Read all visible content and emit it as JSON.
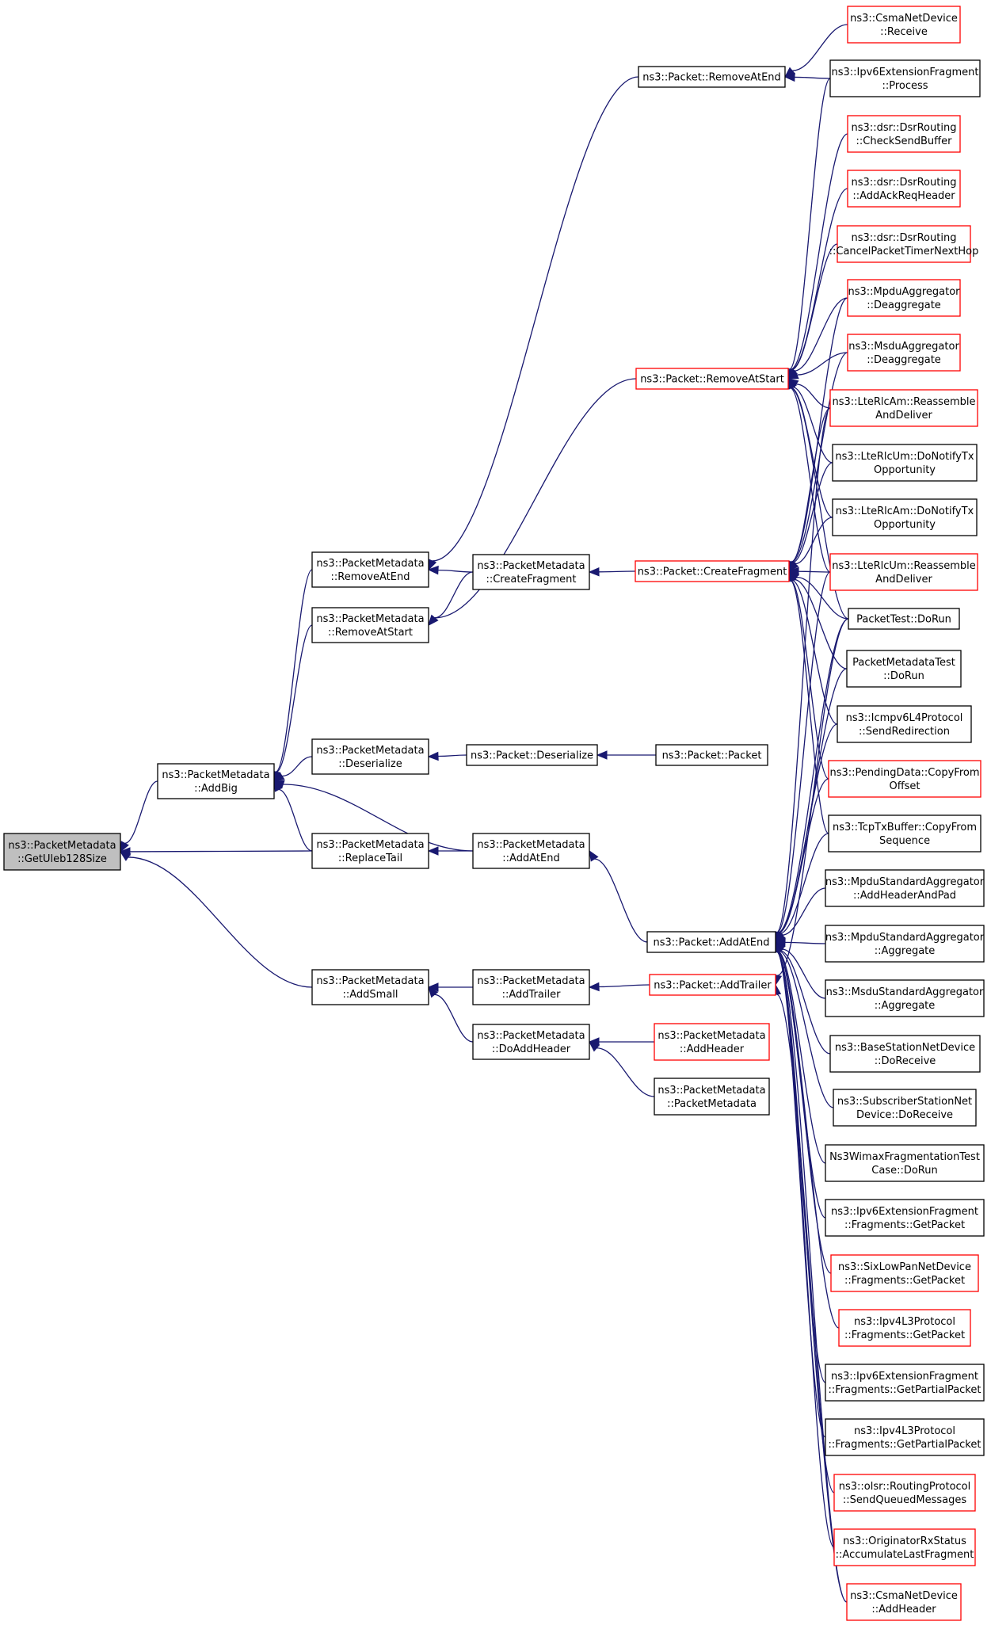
{
  "nodes": [
    {
      "id": "getuleb",
      "lines": [
        "ns3::PacketMetadata",
        "::GetUleb128Size"
      ],
      "style": "focus"
    },
    {
      "id": "addbig",
      "lines": [
        "ns3::PacketMetadata",
        "::AddBig"
      ],
      "style": "black"
    },
    {
      "id": "addsmall",
      "lines": [
        "ns3::PacketMetadata",
        "::AddSmall"
      ],
      "style": "black"
    },
    {
      "id": "replacetail",
      "lines": [
        "ns3::PacketMetadata",
        "::ReplaceTail"
      ],
      "style": "black"
    },
    {
      "id": "pm_removeatend",
      "lines": [
        "ns3::PacketMetadata",
        "::RemoveAtEnd"
      ],
      "style": "black"
    },
    {
      "id": "pm_removeatstart",
      "lines": [
        "ns3::PacketMetadata",
        "::RemoveAtStart"
      ],
      "style": "black"
    },
    {
      "id": "pm_deserialize",
      "lines": [
        "ns3::PacketMetadata",
        "::Deserialize"
      ],
      "style": "black"
    },
    {
      "id": "pm_createfragment",
      "lines": [
        "ns3::PacketMetadata",
        "::CreateFragment"
      ],
      "style": "black"
    },
    {
      "id": "pm_addatend",
      "lines": [
        "ns3::PacketMetadata",
        "::AddAtEnd"
      ],
      "style": "black"
    },
    {
      "id": "pm_addtrailer",
      "lines": [
        "ns3::PacketMetadata",
        "::AddTrailer"
      ],
      "style": "black"
    },
    {
      "id": "pm_doaddheader",
      "lines": [
        "ns3::PacketMetadata",
        "::DoAddHeader"
      ],
      "style": "black"
    },
    {
      "id": "p_removeatend",
      "lines": [
        "ns3::Packet::RemoveAtEnd"
      ],
      "style": "black"
    },
    {
      "id": "p_removeatstart",
      "lines": [
        "ns3::Packet::RemoveAtStart"
      ],
      "style": "red"
    },
    {
      "id": "p_createfragment",
      "lines": [
        "ns3::Packet::CreateFragment"
      ],
      "style": "red"
    },
    {
      "id": "p_deserialize",
      "lines": [
        "ns3::Packet::Deserialize"
      ],
      "style": "black"
    },
    {
      "id": "p_addatend",
      "lines": [
        "ns3::Packet::AddAtEnd"
      ],
      "style": "black"
    },
    {
      "id": "p_addtrailer",
      "lines": [
        "ns3::Packet::AddTrailer"
      ],
      "style": "red"
    },
    {
      "id": "pm_addheader",
      "lines": [
        "ns3::PacketMetadata",
        "::AddHeader"
      ],
      "style": "red"
    },
    {
      "id": "pm_packetmetadata",
      "lines": [
        "ns3::PacketMetadata",
        "::PacketMetadata"
      ],
      "style": "black"
    },
    {
      "id": "p_packet",
      "lines": [
        "ns3::Packet::Packet"
      ],
      "style": "black"
    },
    {
      "id": "csma_receive",
      "lines": [
        "ns3::CsmaNetDevice",
        "::Receive"
      ],
      "style": "red"
    },
    {
      "id": "ipv6frag_process",
      "lines": [
        "ns3::Ipv6ExtensionFragment",
        "::Process"
      ],
      "style": "black"
    },
    {
      "id": "dsr_checksend",
      "lines": [
        "ns3::dsr::DsrRouting",
        "::CheckSendBuffer"
      ],
      "style": "red"
    },
    {
      "id": "dsr_addack",
      "lines": [
        "ns3::dsr::DsrRouting",
        "::AddAckReqHeader"
      ],
      "style": "red"
    },
    {
      "id": "dsr_cancel",
      "lines": [
        "ns3::dsr::DsrRouting",
        "::CancelPacketTimerNextHop"
      ],
      "style": "red"
    },
    {
      "id": "mpdu_deagg",
      "lines": [
        "ns3::MpduAggregator",
        "::Deaggregate"
      ],
      "style": "red"
    },
    {
      "id": "msdu_deagg",
      "lines": [
        "ns3::MsduAggregator",
        "::Deaggregate"
      ],
      "style": "red"
    },
    {
      "id": "lterlcam_reassemble",
      "lines": [
        "ns3::LteRlcAm::Reassemble",
        "AndDeliver"
      ],
      "style": "red"
    },
    {
      "id": "lterlcum_notify",
      "lines": [
        "ns3::LteRlcUm::DoNotifyTx",
        "Opportunity"
      ],
      "style": "black"
    },
    {
      "id": "lterlcam_notify",
      "lines": [
        "ns3::LteRlcAm::DoNotifyTx",
        "Opportunity"
      ],
      "style": "black"
    },
    {
      "id": "lterlcum_reassemble",
      "lines": [
        "ns3::LteRlcUm::Reassemble",
        "AndDeliver"
      ],
      "style": "red"
    },
    {
      "id": "packettest",
      "lines": [
        "PacketTest::DoRun"
      ],
      "style": "black"
    },
    {
      "id": "pmtest",
      "lines": [
        "PacketMetadataTest",
        "::DoRun"
      ],
      "style": "black"
    },
    {
      "id": "icmpv6",
      "lines": [
        "ns3::Icmpv6L4Protocol",
        "::SendRedirection"
      ],
      "style": "black"
    },
    {
      "id": "pendingdata",
      "lines": [
        "ns3::PendingData::CopyFrom",
        "Offset"
      ],
      "style": "red"
    },
    {
      "id": "tcptx",
      "lines": [
        "ns3::TcpTxBuffer::CopyFrom",
        "Sequence"
      ],
      "style": "black"
    },
    {
      "id": "mpdustd_addheader",
      "lines": [
        "ns3::MpduStandardAggregator",
        "::AddHeaderAndPad"
      ],
      "style": "black"
    },
    {
      "id": "mpdustd_agg",
      "lines": [
        "ns3::MpduStandardAggregator",
        "::Aggregate"
      ],
      "style": "black"
    },
    {
      "id": "msdustd_agg",
      "lines": [
        "ns3::MsduStandardAggregator",
        "::Aggregate"
      ],
      "style": "black"
    },
    {
      "id": "bsnd_receive",
      "lines": [
        "ns3::BaseStationNetDevice",
        "::DoReceive"
      ],
      "style": "black"
    },
    {
      "id": "ssnd_receive",
      "lines": [
        "ns3::SubscriberStationNet",
        "Device::DoReceive"
      ],
      "style": "black"
    },
    {
      "id": "wimaxfrag",
      "lines": [
        "Ns3WimaxFragmentationTest",
        "Case::DoRun"
      ],
      "style": "black"
    },
    {
      "id": "ipv6frag_getpacket",
      "lines": [
        "ns3::Ipv6ExtensionFragment",
        "::Fragments::GetPacket"
      ],
      "style": "black"
    },
    {
      "id": "sixlowpan",
      "lines": [
        "ns3::SixLowPanNetDevice",
        "::Fragments::GetPacket"
      ],
      "style": "red"
    },
    {
      "id": "ipv4l3_getpacket",
      "lines": [
        "ns3::Ipv4L3Protocol",
        "::Fragments::GetPacket"
      ],
      "style": "red"
    },
    {
      "id": "ipv6frag_partial",
      "lines": [
        "ns3::Ipv6ExtensionFragment",
        "::Fragments::GetPartialPacket"
      ],
      "style": "black"
    },
    {
      "id": "ipv4l3_partial",
      "lines": [
        "ns3::Ipv4L3Protocol",
        "::Fragments::GetPartialPacket"
      ],
      "style": "black"
    },
    {
      "id": "olsr",
      "lines": [
        "ns3::olsr::RoutingProtocol",
        "::SendQueuedMessages"
      ],
      "style": "red"
    },
    {
      "id": "originator",
      "lines": [
        "ns3::OriginatorRxStatus",
        "::AccumulateLastFragment"
      ],
      "style": "red"
    },
    {
      "id": "csma_addheader",
      "lines": [
        "ns3::CsmaNetDevice",
        "::AddHeader"
      ],
      "style": "red"
    }
  ],
  "edges": [
    {
      "from": "addbig",
      "to": "getuleb"
    },
    {
      "from": "replacetail",
      "to": "getuleb"
    },
    {
      "from": "addsmall",
      "to": "getuleb"
    },
    {
      "from": "pm_removeatend",
      "to": "addbig"
    },
    {
      "from": "pm_removeatstart",
      "to": "addbig"
    },
    {
      "from": "pm_deserialize",
      "to": "addbig"
    },
    {
      "from": "replacetail",
      "to": "addbig"
    },
    {
      "from": "pm_addatend",
      "to": "addbig"
    },
    {
      "from": "pm_addtrailer",
      "to": "addsmall"
    },
    {
      "from": "pm_doaddheader",
      "to": "addsmall"
    },
    {
      "from": "pm_addatend",
      "to": "replacetail"
    },
    {
      "from": "p_removeatend",
      "to": "pm_removeatend"
    },
    {
      "from": "pm_createfragment",
      "to": "pm_removeatend"
    },
    {
      "from": "pm_createfragment",
      "to": "pm_removeatstart"
    },
    {
      "from": "p_removeatstart",
      "to": "pm_removeatstart"
    },
    {
      "from": "p_deserialize",
      "to": "pm_deserialize"
    },
    {
      "from": "p_createfragment",
      "to": "pm_createfragment"
    },
    {
      "from": "p_addatend",
      "to": "pm_addatend"
    },
    {
      "from": "p_addtrailer",
      "to": "pm_addtrailer"
    },
    {
      "from": "pm_addheader",
      "to": "pm_doaddheader"
    },
    {
      "from": "pm_packetmetadata",
      "to": "pm_doaddheader"
    },
    {
      "from": "p_packet",
      "to": "p_deserialize"
    },
    {
      "from": "csma_receive",
      "to": "p_removeatend"
    },
    {
      "from": "ipv6frag_process",
      "to": "p_removeatend"
    },
    {
      "from": "ipv6frag_process",
      "to": "p_removeatstart"
    },
    {
      "from": "dsr_checksend",
      "to": "p_removeatstart"
    },
    {
      "from": "dsr_addack",
      "to": "p_removeatstart"
    },
    {
      "from": "dsr_cancel",
      "to": "p_removeatstart"
    },
    {
      "from": "mpdu_deagg",
      "to": "p_removeatstart"
    },
    {
      "from": "msdu_deagg",
      "to": "p_removeatstart"
    },
    {
      "from": "lterlcam_reassemble",
      "to": "p_removeatstart"
    },
    {
      "from": "lterlcum_notify",
      "to": "p_removeatstart"
    },
    {
      "from": "lterlcam_notify",
      "to": "p_removeatstart"
    },
    {
      "from": "lterlcum_reassemble",
      "to": "p_removeatstart"
    },
    {
      "from": "packettest",
      "to": "p_removeatstart"
    },
    {
      "from": "mpdu_deagg",
      "to": "p_createfragment"
    },
    {
      "from": "msdu_deagg",
      "to": "p_createfragment"
    },
    {
      "from": "lterlcam_reassemble",
      "to": "p_createfragment"
    },
    {
      "from": "lterlcum_notify",
      "to": "p_createfragment"
    },
    {
      "from": "lterlcam_notify",
      "to": "p_createfragment"
    },
    {
      "from": "lterlcum_reassemble",
      "to": "p_createfragment"
    },
    {
      "from": "packettest",
      "to": "p_createfragment"
    },
    {
      "from": "pmtest",
      "to": "p_createfragment"
    },
    {
      "from": "icmpv6",
      "to": "p_createfragment"
    },
    {
      "from": "pendingdata",
      "to": "p_createfragment"
    },
    {
      "from": "tcptx",
      "to": "p_createfragment"
    },
    {
      "from": "lterlcam_reassemble",
      "to": "p_addatend"
    },
    {
      "from": "lterlcum_reassemble",
      "to": "p_addatend"
    },
    {
      "from": "packettest",
      "to": "p_addatend"
    },
    {
      "from": "pmtest",
      "to": "p_addatend"
    },
    {
      "from": "icmpv6",
      "to": "p_addatend"
    },
    {
      "from": "pendingdata",
      "to": "p_addatend"
    },
    {
      "from": "tcptx",
      "to": "p_addatend"
    },
    {
      "from": "mpdustd_addheader",
      "to": "p_addatend"
    },
    {
      "from": "mpdustd_agg",
      "to": "p_addatend"
    },
    {
      "from": "msdustd_agg",
      "to": "p_addatend"
    },
    {
      "from": "bsnd_receive",
      "to": "p_addatend"
    },
    {
      "from": "ssnd_receive",
      "to": "p_addatend"
    },
    {
      "from": "wimaxfrag",
      "to": "p_addatend"
    },
    {
      "from": "ipv6frag_getpacket",
      "to": "p_addatend"
    },
    {
      "from": "sixlowpan",
      "to": "p_addatend"
    },
    {
      "from": "ipv4l3_getpacket",
      "to": "p_addatend"
    },
    {
      "from": "ipv6frag_partial",
      "to": "p_addatend"
    },
    {
      "from": "ipv4l3_partial",
      "to": "p_addatend"
    },
    {
      "from": "olsr",
      "to": "p_addatend"
    },
    {
      "from": "originator",
      "to": "p_addatend"
    },
    {
      "from": "csma_addheader",
      "to": "p_addatend"
    },
    {
      "from": "csma_addheader",
      "to": "p_addtrailer"
    },
    {
      "from": "packettest",
      "to": "p_addtrailer"
    }
  ]
}
